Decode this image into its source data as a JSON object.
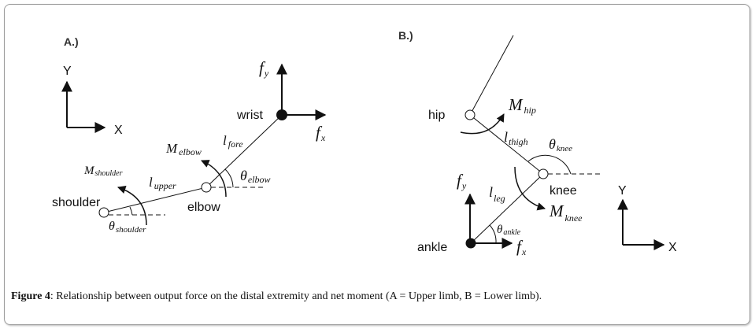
{
  "panel_a": {
    "label": "A.)",
    "axis_y": "Y",
    "axis_x": "X",
    "joints": {
      "shoulder": "shoulder",
      "elbow": "elbow",
      "wrist": "wrist"
    },
    "symbols": {
      "f_y": {
        "base": "f",
        "sub": "y"
      },
      "f_x": {
        "base": "f",
        "sub": "x"
      },
      "M_elbow": {
        "base": "M",
        "sub": "elbow"
      },
      "M_shoulder": {
        "base": "M",
        "sub": "shoulder"
      },
      "l_fore": {
        "base": "l",
        "sub": "fore"
      },
      "l_upper": {
        "base": "l",
        "sub": "upper"
      },
      "theta_elbow": {
        "base": "θ",
        "sub": "elbow"
      },
      "theta_shoulder": {
        "base": "θ",
        "sub": "shoulder"
      }
    }
  },
  "panel_b": {
    "label": "B.)",
    "axis_y": "Y",
    "axis_x": "X",
    "joints": {
      "hip": "hip",
      "knee": "knee",
      "ankle": "ankle"
    },
    "symbols": {
      "M_hip": {
        "base": "M",
        "sub": "hip"
      },
      "l_thigh": {
        "base": "l",
        "sub": "thigh"
      },
      "theta_knee": {
        "base": "θ",
        "sub": "knee"
      },
      "l_leg": {
        "base": "l",
        "sub": "leg"
      },
      "M_knee": {
        "base": "M",
        "sub": "knee"
      },
      "theta_ankle": {
        "base": "θ",
        "sub": "ankle"
      },
      "f_y": {
        "base": "f",
        "sub": "y"
      },
      "f_x": {
        "base": "f",
        "sub": "x"
      }
    }
  },
  "caption": {
    "label": "Figure 4",
    "text": ": Relationship between output force on the distal extremity and net moment (A = Upper limb, B = Lower limb)."
  },
  "colors": {
    "panel_label": "#333333",
    "lines": "#111111"
  }
}
